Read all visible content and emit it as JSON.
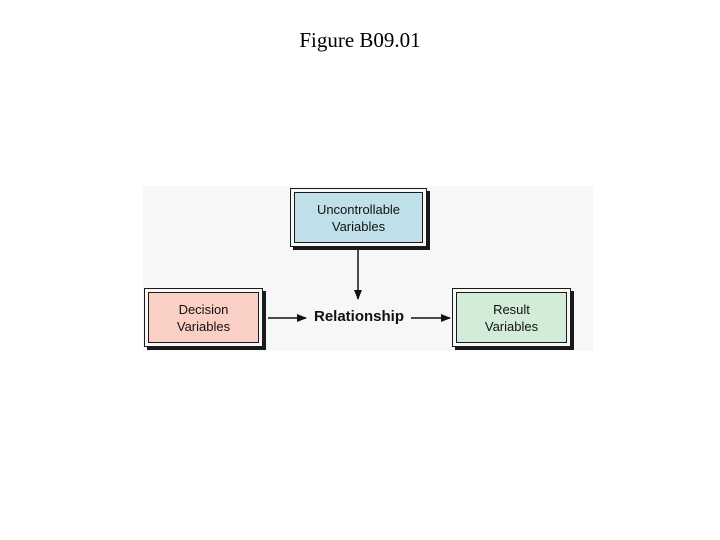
{
  "slide": {
    "title": "Figure B09.01"
  },
  "diagram": {
    "uncontrollable": {
      "line1": "Uncontrollable",
      "line2": "Variables",
      "fill": "#bfe0e8"
    },
    "decision": {
      "line1": "Decision",
      "line2": "Variables",
      "fill": "#f9cfc6"
    },
    "relationship": {
      "label": "Relationship"
    },
    "result": {
      "line1": "Result",
      "line2": "Variables",
      "fill": "#d3ecd8"
    }
  }
}
